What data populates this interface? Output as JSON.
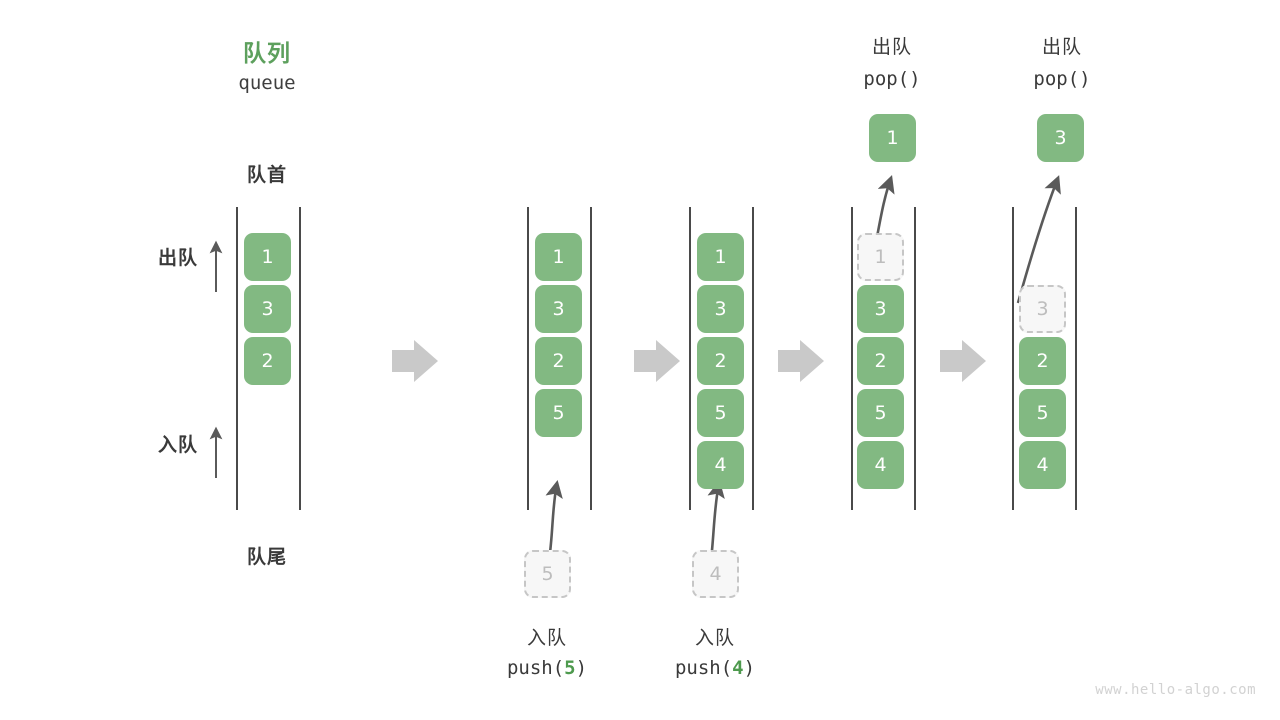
{
  "watermark": "www.hello-algo.com",
  "header": {
    "title_cn": "队列",
    "title_en": "queue",
    "title_color": "#5da05d"
  },
  "labels": {
    "head": "队首",
    "tail": "队尾",
    "dequeue": "出队",
    "enqueue": "入队"
  },
  "colors": {
    "cell_fill": "#82b982",
    "cell_text": "#ffffff",
    "ghost_fill": "#f7f7f7",
    "ghost_border": "#c6c6c6",
    "ghost_text": "#bdbdbd",
    "rail": "#4a4a4a",
    "arrow_gray": "#c9c9c9",
    "curve_arrow": "#5a5a5a",
    "text_dark": "#3a3a3a",
    "accent_green": "#4e9a4e"
  },
  "steps": [
    {
      "id": "initial",
      "cells": [
        "1",
        "3",
        "2"
      ],
      "ghost_index": -1,
      "top_label_cn": "",
      "top_label_code": "",
      "bottom_label_cn": "",
      "bottom_label_code": "",
      "popped_value": "",
      "pushed_value": ""
    },
    {
      "id": "push-5",
      "cells": [
        "1",
        "3",
        "2",
        "5"
      ],
      "ghost_index": -1,
      "top_label_cn": "",
      "top_label_code": "",
      "bottom_label_cn": "入队",
      "bottom_label_code": "push(5)",
      "popped_value": "",
      "pushed_value": "5"
    },
    {
      "id": "push-4",
      "cells": [
        "1",
        "3",
        "2",
        "5",
        "4"
      ],
      "ghost_index": -1,
      "top_label_cn": "",
      "top_label_code": "",
      "bottom_label_cn": "入队",
      "bottom_label_code": "push(4)",
      "popped_value": "",
      "pushed_value": "4"
    },
    {
      "id": "pop-1",
      "cells": [
        "1",
        "3",
        "2",
        "5",
        "4"
      ],
      "ghost_index": 0,
      "top_label_cn": "出队",
      "top_label_code": "pop()",
      "bottom_label_cn": "",
      "bottom_label_code": "",
      "popped_value": "1",
      "pushed_value": ""
    },
    {
      "id": "pop-3",
      "cells": [
        "",
        "3",
        "2",
        "5",
        "4"
      ],
      "ghost_index": 1,
      "top_label_cn": "出队",
      "top_label_code": "pop()",
      "bottom_label_cn": "",
      "bottom_label_code": "",
      "popped_value": "3",
      "pushed_value": ""
    }
  ],
  "push_labels": [
    {
      "cn": "入队",
      "fn": "push(",
      "num": "5",
      "close": ")"
    },
    {
      "cn": "入队",
      "fn": "push(",
      "num": "4",
      "close": ")"
    }
  ],
  "pop_labels": [
    {
      "cn": "出队",
      "fn": "pop()"
    },
    {
      "cn": "出队",
      "fn": "pop()"
    }
  ]
}
